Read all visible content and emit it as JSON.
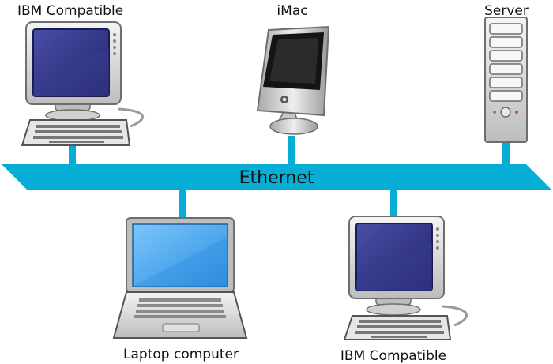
{
  "labels": {
    "top_left_device": "IBM Compatible",
    "top_middle_device": "iMac",
    "top_right_device": "Server",
    "network": "Ethernet",
    "bottom_left_device": "Laptop computer",
    "bottom_right_device": "IBM Compatible"
  },
  "colors": {
    "ethernet_bus": "#06aed5",
    "monitor_screen": "#2e3280",
    "laptop_screen": "#3ba3ee",
    "device_body": "#d9d9d9",
    "device_outline": "#6e6e6e"
  },
  "icons": [
    "ibm-compatible-pc-icon",
    "imac-icon",
    "server-tower-icon",
    "laptop-icon"
  ]
}
